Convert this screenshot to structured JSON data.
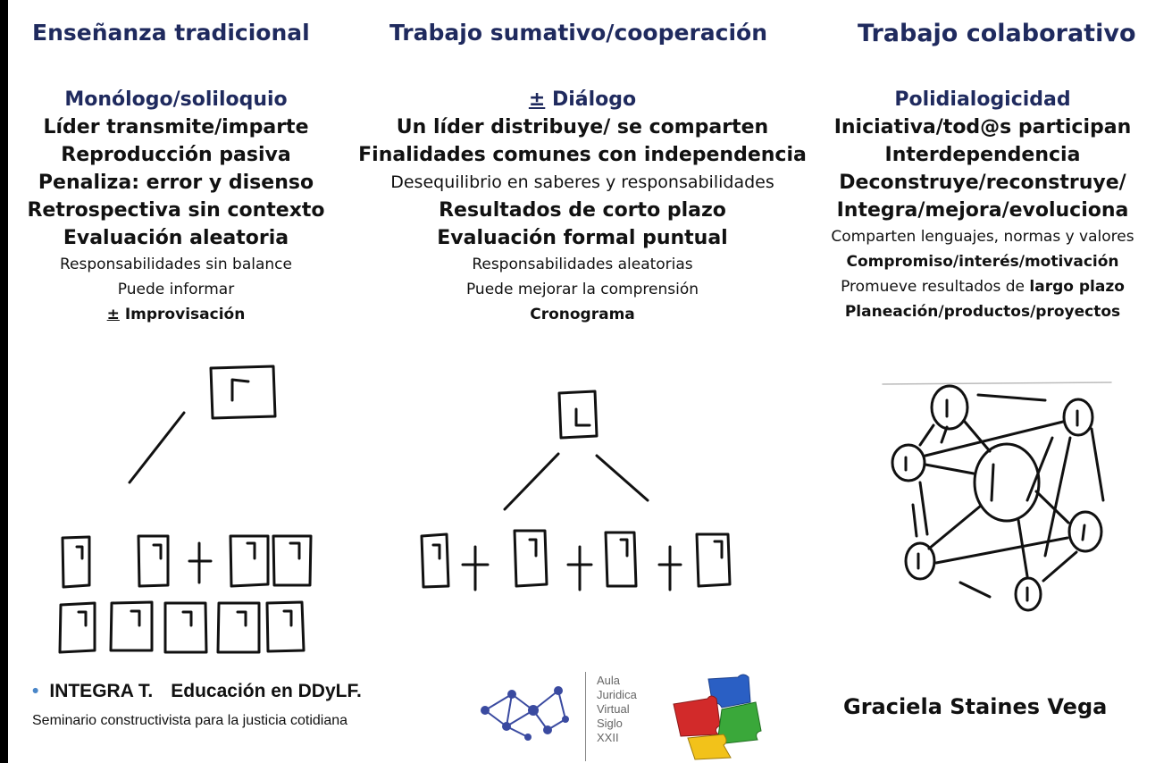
{
  "columns": [
    {
      "title": "Enseñanza tradicional",
      "lines": [
        {
          "style": "head",
          "text": "Monólogo/soliloquio"
        },
        {
          "style": "bold",
          "text": "Líder transmite/imparte"
        },
        {
          "style": "bold",
          "text": "Reproducción pasiva"
        },
        {
          "style": "bold",
          "text": "Penaliza: error y disenso"
        },
        {
          "style": "bold",
          "text": "Retrospectiva sin contexto"
        },
        {
          "style": "bold",
          "text": "Evaluación aleatoria"
        },
        {
          "style": "small",
          "text": "Responsabilidades sin balance"
        },
        {
          "style": "small",
          "text": "Puede informar"
        },
        {
          "style": "smallbold",
          "prefix": "±",
          "text": "Improvisación"
        }
      ]
    },
    {
      "title": "Trabajo sumativo/cooperación",
      "lines": [
        {
          "style": "head",
          "prefix": "±",
          "text": "Diálogo"
        },
        {
          "style": "bold",
          "text": "Un líder distribuye/ se comparten"
        },
        {
          "style": "bold",
          "text": "Finalidades comunes con independencia"
        },
        {
          "style": "smallish",
          "text": "Desequilibrio en saberes y responsabilidades"
        },
        {
          "style": "bold",
          "text": "Resultados de corto plazo"
        },
        {
          "style": "bold",
          "text": "Evaluación formal puntual"
        },
        {
          "style": "small",
          "text": "Responsabilidades aleatorias"
        },
        {
          "style": "small",
          "text": "Puede mejorar la comprensión"
        },
        {
          "style": "smallbold",
          "text": "Cronograma"
        }
      ]
    },
    {
      "title": "Trabajo colaborativo",
      "lines": [
        {
          "style": "head",
          "text": "Polidialogicidad"
        },
        {
          "style": "bold",
          "text": "Iniciativa/tod@s participan"
        },
        {
          "style": "bold",
          "text": "Interdependencia"
        },
        {
          "style": "bold",
          "text": "Deconstruye/reconstruye/"
        },
        {
          "style": "bold",
          "text": "Integra/mejora/evoluciona"
        },
        {
          "style": "small",
          "text": "Comparten lenguajes, normas y valores"
        },
        {
          "style": "smallbold",
          "text": "Compromiso/interés/motivación"
        },
        {
          "style": "small",
          "text": "Promueve resultados de",
          "suffix": "largo plazo"
        },
        {
          "style": "smallbold",
          "text": "Planeación/productos/proyectos"
        }
      ]
    }
  ],
  "footer": {
    "title_part1": "INTEGRA T.",
    "title_part2": "Educación en DDyLF.",
    "subtitle": "Seminario constructivista para la justicia cotidiana",
    "aula_lines": [
      "Aula",
      "Juridica",
      "Virtual",
      "Siglo",
      "XXII"
    ],
    "author": "Graciela Staines Vega"
  },
  "colors": {
    "title": "#1f2a5e",
    "puzzle": [
      "#2a5fc4",
      "#d22a2a",
      "#3aa83a",
      "#f2c21a"
    ],
    "network_logo": "#3a4aa0"
  }
}
